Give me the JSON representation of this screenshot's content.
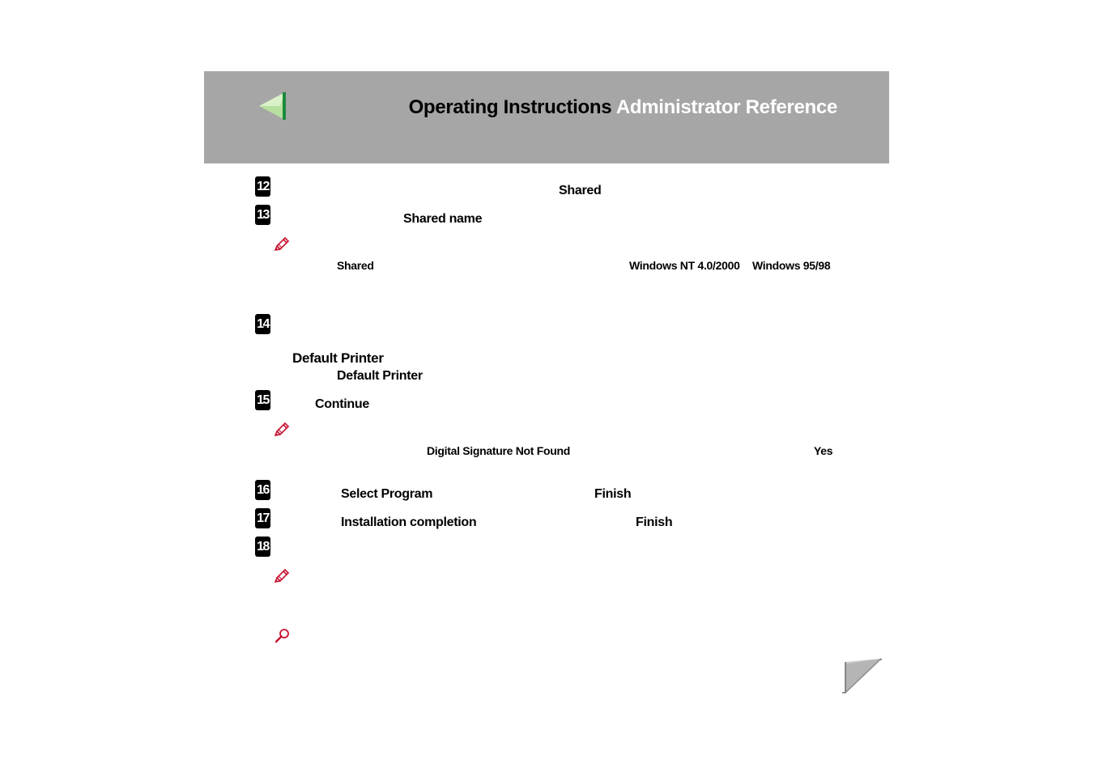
{
  "header": {
    "title_part1": "Operating Instructions",
    "title_part2": "Administrator Reference"
  },
  "steps": [
    {
      "number": "12",
      "text": "Shared"
    },
    {
      "number": "13",
      "text": "Shared name"
    },
    {
      "number": "14",
      "subheading": "Default Printer",
      "text": "Default Printer"
    },
    {
      "number": "15",
      "text": "Continue"
    },
    {
      "number": "16",
      "text1": "Select Program",
      "text2": "Finish"
    },
    {
      "number": "17",
      "text1": "Installation completion",
      "text2": "Finish"
    },
    {
      "number": "18"
    }
  ],
  "notes": {
    "note1": {
      "t1": "Shared",
      "t2": "Windows NT 4.0/2000",
      "t3": "Windows 95/98"
    },
    "note2": {
      "t1": "Digital Signature Not Found",
      "t2": "Yes"
    }
  },
  "icons": {
    "note_icon": "pencil-note-icon",
    "reference_icon": "magnifier-reference-icon",
    "back_icon": "back-arrow-icon",
    "next_icon": "next-page-icon"
  },
  "colors": {
    "header_bg": "#a6a6a6",
    "arrow_green": "#1b8a3c",
    "arrow_light": "#b8e0a0",
    "note_red": "#c8102e"
  }
}
